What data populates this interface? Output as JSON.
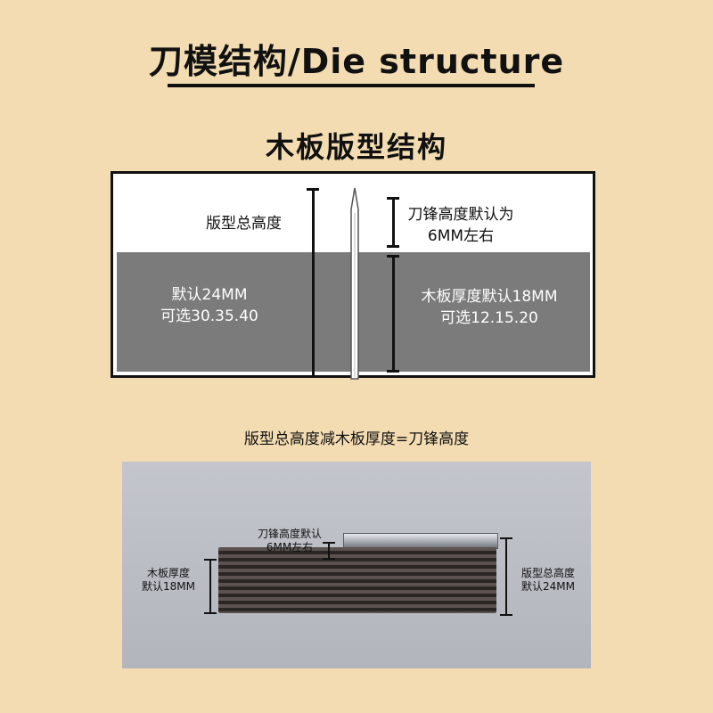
{
  "title": "刀模结构/Die structure",
  "subtitle": "木板版型结构",
  "diagram": {
    "total_height_label": "版型总高度",
    "default_label_line1": "默认24MM",
    "default_label_line2": "可选30.35.40",
    "blade_label_line1": "刀锋高度默认为",
    "blade_label_line2": "6MM左右",
    "board_label_line1": "木板厚度默认18MM",
    "board_label_line2": "可选12.15.20"
  },
  "formula": "版型总高度减木板厚度=刀锋高度",
  "photo": {
    "blade_label_line1": "刀锋高度默认",
    "blade_label_line2": "6MM左右",
    "board_label_line1": "木板厚度",
    "board_label_line2": "默认18MM",
    "total_label_line1": "版型总高度",
    "total_label_line2": "默认24MM"
  }
}
